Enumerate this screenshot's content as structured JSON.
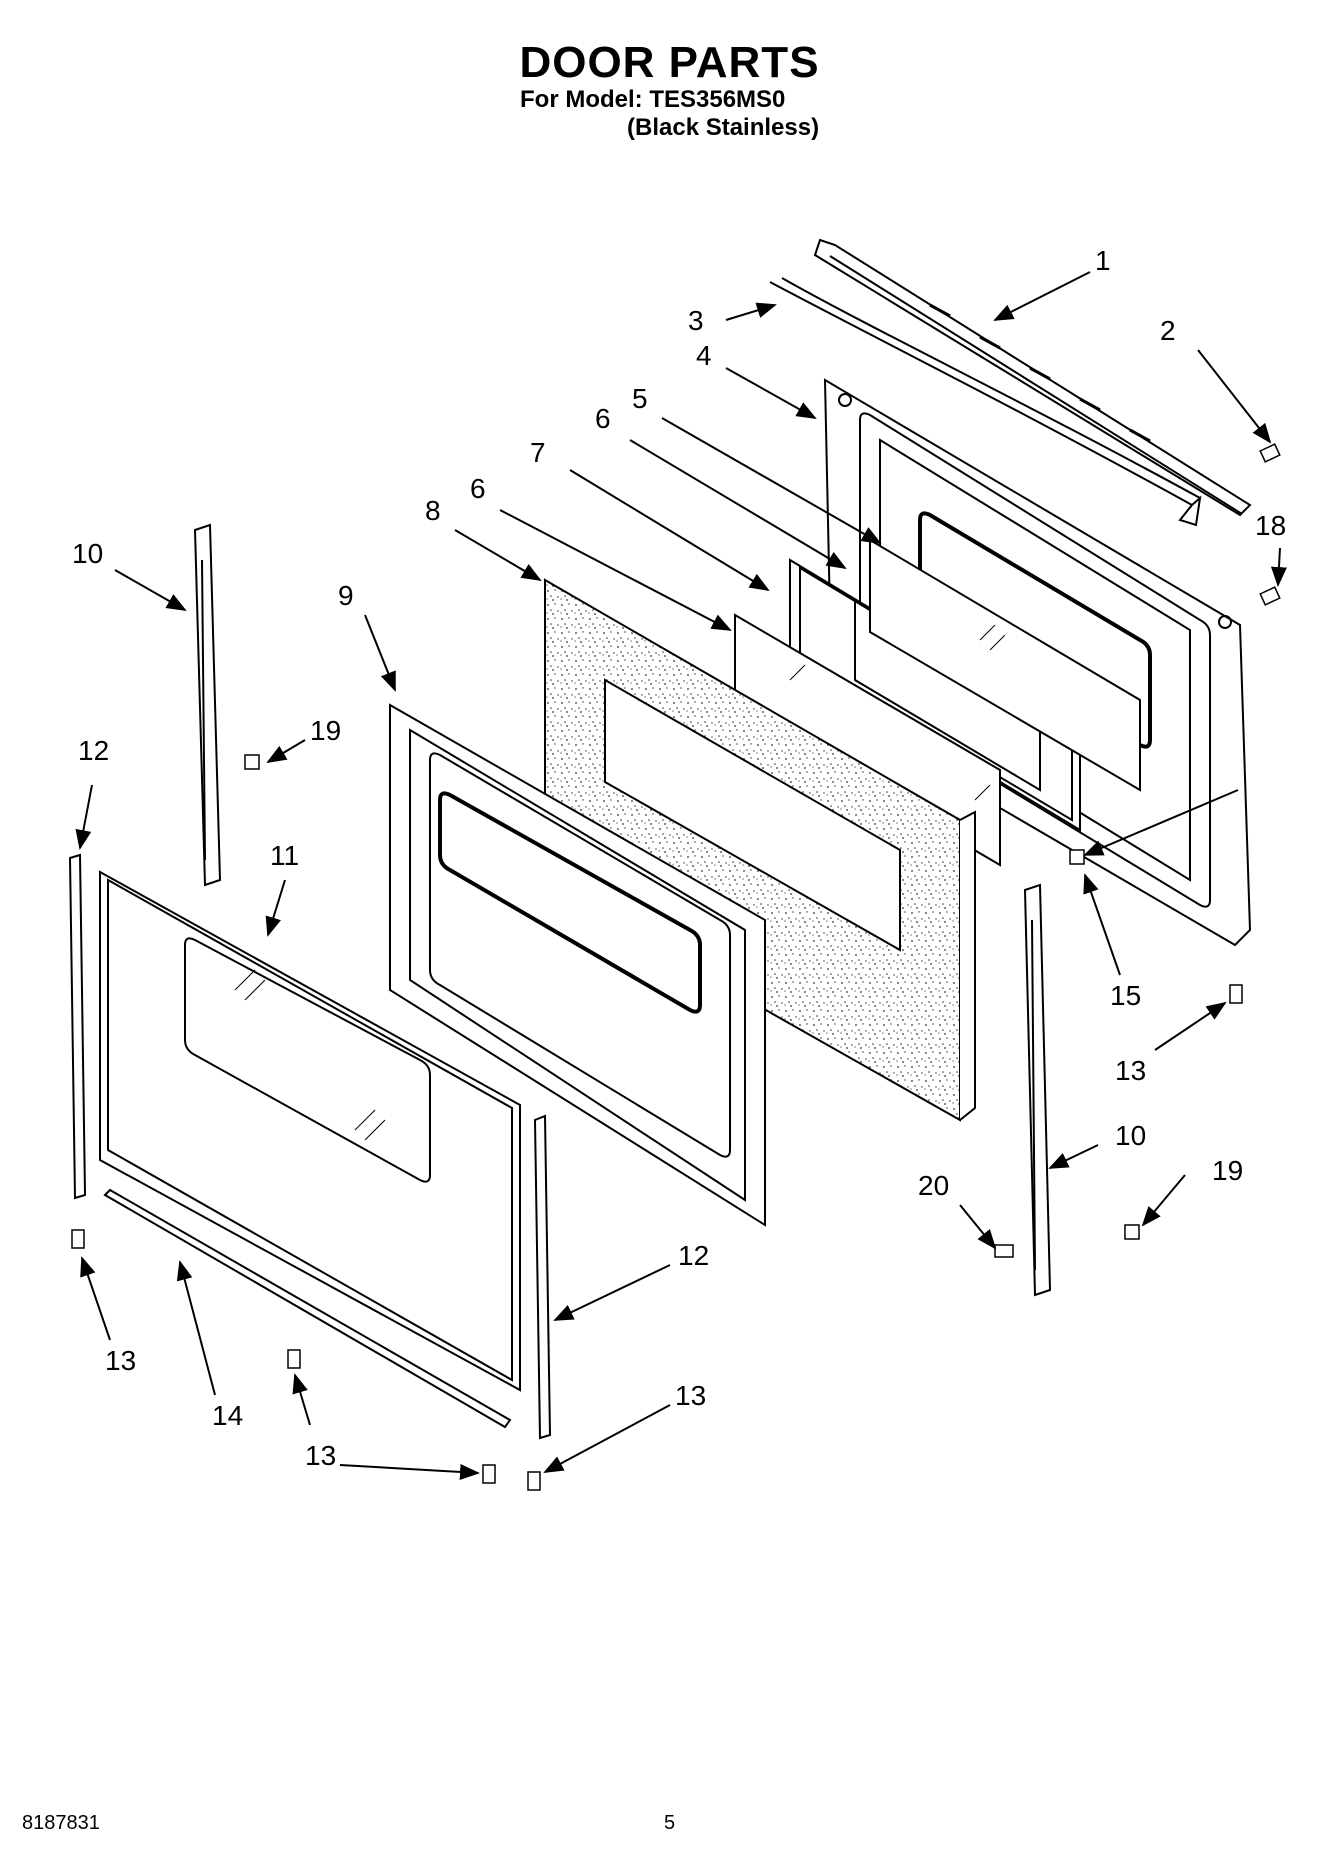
{
  "header": {
    "title": "DOOR PARTS",
    "model_line": "For Model: TES356MS0",
    "variant_line": "(Black Stainless)"
  },
  "footer": {
    "doc_number": "8187831",
    "page_number": "5"
  },
  "callouts": {
    "c1": "1",
    "c2": "2",
    "c3": "3",
    "c4": "4",
    "c5": "5",
    "c6a": "6",
    "c6b": "6",
    "c7": "7",
    "c8": "8",
    "c9": "9",
    "c10a": "10",
    "c10b": "10",
    "c11": "11",
    "c12a": "12",
    "c12b": "12",
    "c13a": "13",
    "c13b": "13",
    "c13c": "13",
    "c13d": "13",
    "c14": "14",
    "c15": "15",
    "c18": "18",
    "c19a": "19",
    "c19b": "19",
    "c20": "20"
  }
}
